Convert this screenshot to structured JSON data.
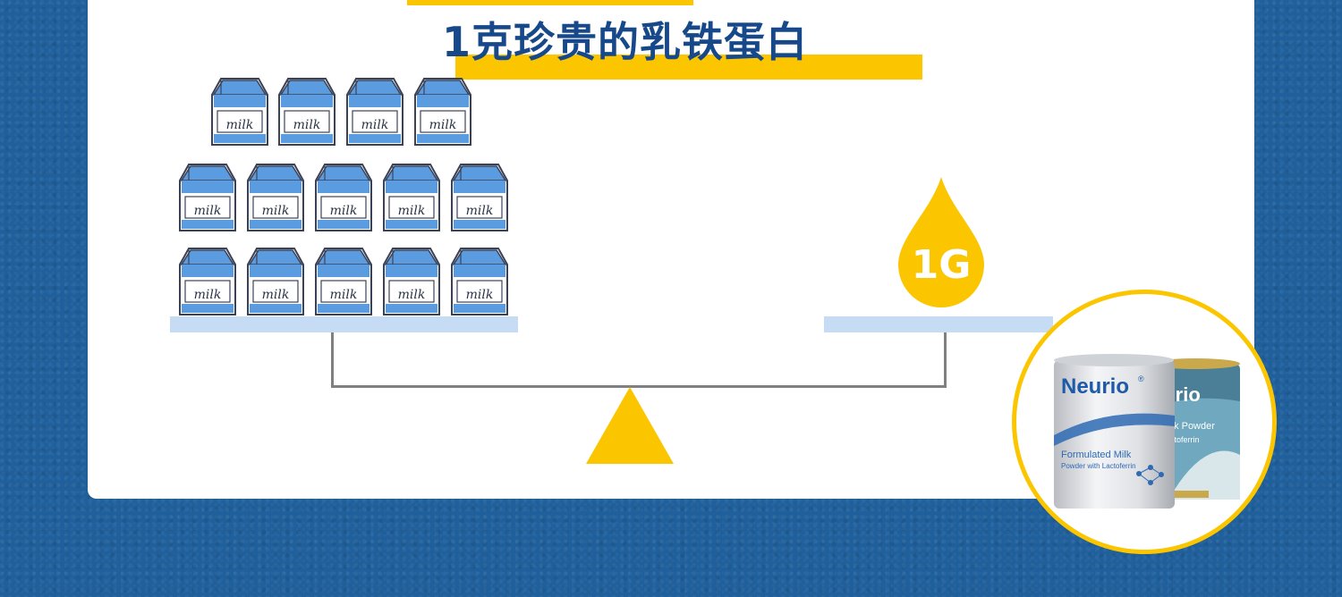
{
  "title": "1克珍贵的乳铁蛋白",
  "carton_label": "milk",
  "weight_label": "1G",
  "product": {
    "brand": "Neurio",
    "registered_mark": "®",
    "front_can_line1": "Formulated Milk",
    "front_can_line2": "Powder with Lactoferrin",
    "back_can_brand": "eurio",
    "back_can_line1": "Milk Powder",
    "back_can_line2": "Lactoferrin"
  },
  "colors": {
    "background": "#1f5f9b",
    "accent_yellow": "#fbc600",
    "title_blue": "#17498a",
    "carton_blue": "#5b9be0",
    "plate_blue": "#c5dcf4"
  }
}
